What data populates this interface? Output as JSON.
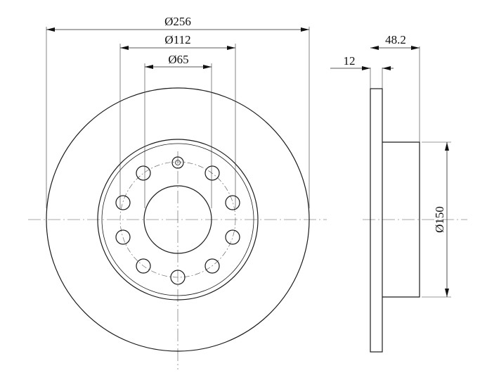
{
  "dimensions": {
    "outer_diameter": "Ø256",
    "mounting_diameter": "Ø112",
    "center_bore": "Ø65",
    "hub_diameter": "Ø150",
    "thickness": "12",
    "overall_height": "48.2"
  },
  "colors": {
    "line": "#1a1a1a",
    "background": "#ffffff"
  }
}
